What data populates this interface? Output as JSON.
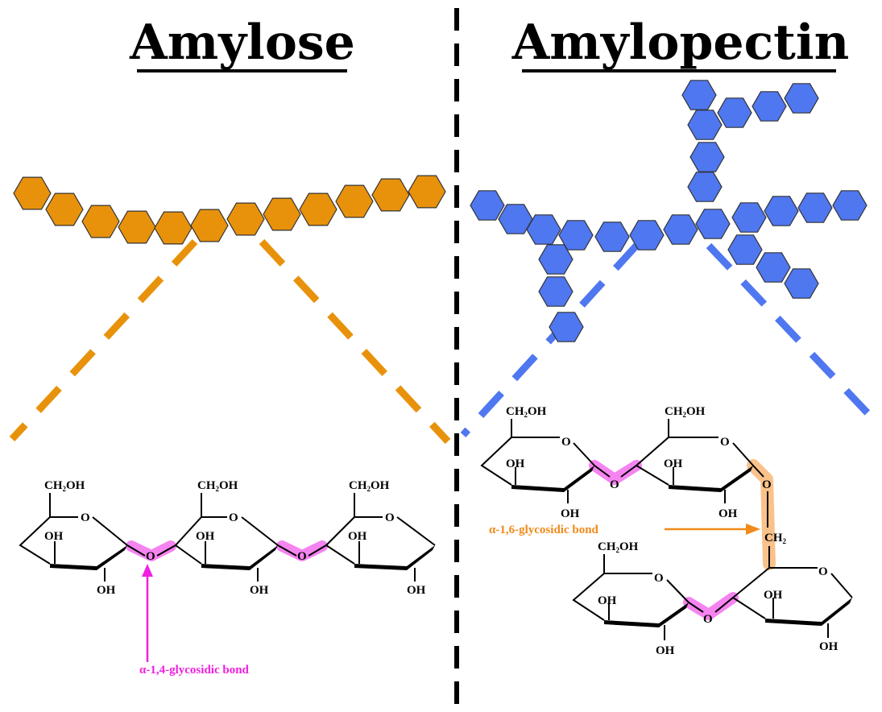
{
  "titles": {
    "left": "Amylose",
    "right": "Amylopectin"
  },
  "colors": {
    "amylose": "#E8920C",
    "amylopectin": "#4F77F0",
    "alpha14_highlight": "#F040E8",
    "alpha16_highlight": "#F79A3E",
    "alpha14_label": "#F020E0",
    "alpha16_label": "#F08A1A",
    "divider": "#000000",
    "outline": "#333333"
  },
  "labels": {
    "alpha14": "α-1,4-glycosidic bond",
    "alpha16": "α-1,6-glycosidic bond"
  },
  "chem": {
    "ch2oh": "CH",
    "ch2oh_sub": "2",
    "ch2oh_tail": "OH",
    "oh": "OH",
    "o": "O",
    "ch2": "CH",
    "ch2_sub": "2"
  }
}
